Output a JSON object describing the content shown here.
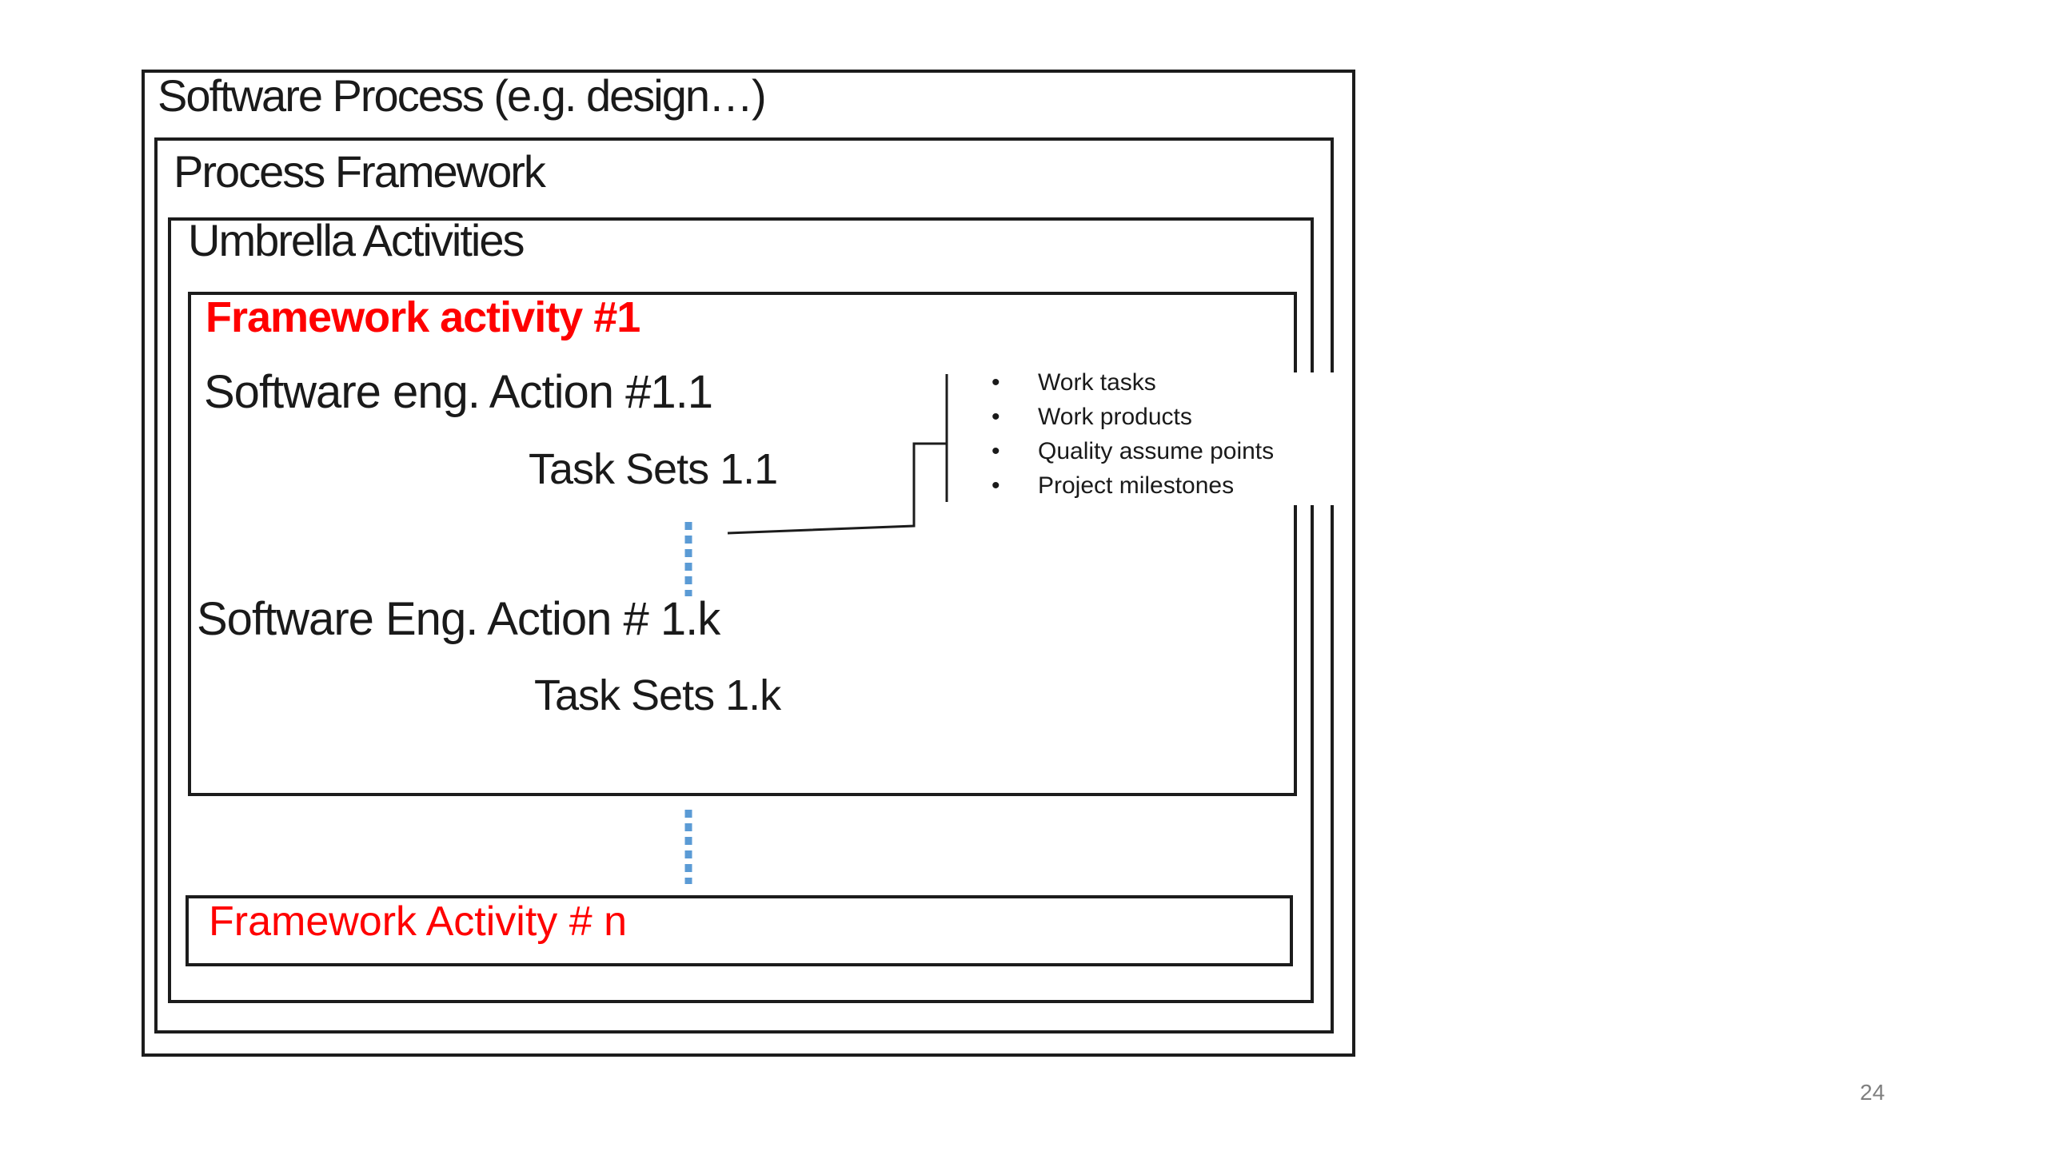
{
  "slide": {
    "title": "Software Process (e.g. design…)",
    "page_number": "24"
  },
  "boxes": {
    "process_framework": "Process Framework",
    "umbrella_activities": "Umbrella Activities",
    "framework_activity_1": "Framework activity #1",
    "action_1_1": "Software eng. Action #1.1",
    "task_sets_1_1": "Task Sets 1.1",
    "action_1_k": "Software Eng. Action # 1.k",
    "task_sets_1_k": "Task Sets 1.k",
    "framework_activity_n": "Framework Activity # n"
  },
  "callout": {
    "bullet": "•",
    "items": [
      "Work tasks",
      "Work products",
      "Quality assume points",
      "Project milestones"
    ]
  },
  "colors": {
    "accent_red": "#FF0000",
    "dotted_blue": "#5B9BD5",
    "line_black": "#1C1C1C",
    "page_number_gray": "#7F7F7F"
  }
}
